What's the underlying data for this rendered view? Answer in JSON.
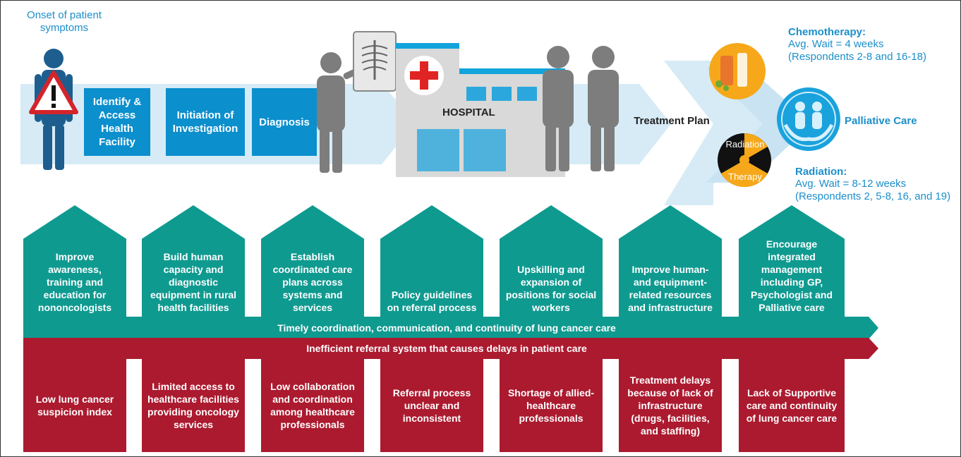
{
  "onset": "Onset of patient symptoms",
  "steps": [
    "Identify & Access Health Facility",
    "Initiation of Investigation",
    "Diagnosis"
  ],
  "hospital_sign": "HOSPITAL",
  "treatment_plan": "Treatment Plan",
  "chemo": {
    "title": "Chemotherapy:",
    "wait": "Avg. Wait = 4 weeks",
    "respondents": "(Respondents 2-8 and 16-18)"
  },
  "palliative": "Palliative Care",
  "radiation_icon": {
    "top": "Radiation",
    "bottom": "Therapy"
  },
  "radiation": {
    "title": "Radiation:",
    "wait": "Avg. Wait = 8-12 weeks",
    "respondents": "(Respondents 2, 5-8, 16, and 19)"
  },
  "solutions": [
    "Improve awareness, training and education for nononcologists",
    "Build human capacity and diagnostic equipment in rural health facilities",
    "Establish coordinated care plans across systems and services",
    "Policy guidelines on referral process",
    "Upskilling and expansion of positions for social workers",
    "Improve human- and equipment-related resources and infrastructure",
    "Encourage integrated management including GP, Psychologist and Palliative care"
  ],
  "solution_band": "Timely coordination, communication, and continuity of lung cancer care",
  "barrier_band": "Inefficient referral system that causes delays in patient care",
  "barriers": [
    "Low lung cancer suspicion index",
    "Limited access to healthcare facilities providing oncology services",
    "Low collaboration and coordination among healthcare professionals",
    "Referral process unclear and inconsistent",
    "Shortage of allied-healthcare professionals",
    "Treatment delays because of lack of infrastructure (drugs, facilities, and staffing)",
    "Lack of Supportive care and continuity of lung cancer care"
  ],
  "colors": {
    "blue": "#0b8fcd",
    "teal": "#0f9a90",
    "red": "#ac1a2f",
    "light_arrow": "#d6ebf6",
    "figure": "#7d7d7d"
  }
}
